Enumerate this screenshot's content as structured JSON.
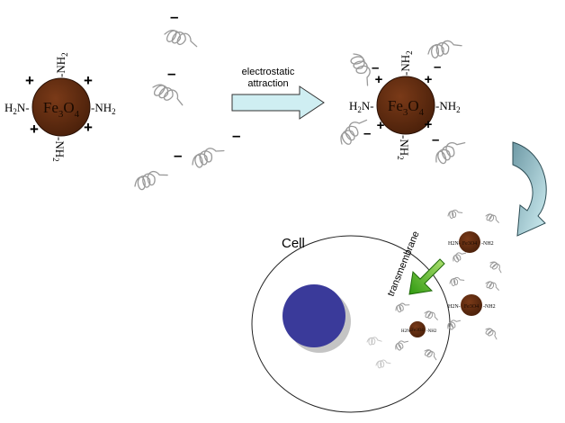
{
  "particle": {
    "core_label": "Fe3O4",
    "core_parts": {
      "base": "Fe",
      "sub1": "3",
      "mid": "O",
      "sub2": "4"
    },
    "amine_group": "NH2",
    "left_group": "H2N-",
    "right_group": "-NH2",
    "top_group": "-NH2",
    "bottom_group": "-NH2",
    "positive_sign": "+",
    "negative_sign": "–"
  },
  "arrow": {
    "label_line1": "electrostatic",
    "label_line2": "attraction"
  },
  "cell": {
    "label": "Cell"
  },
  "transport": {
    "label": "transmembrane"
  },
  "colors": {
    "core": "#5a2a10",
    "nucleus": "#3a3a9a",
    "arrow_fill": "#cfeef2",
    "green_arrow": "#55bb22",
    "coil": "#9a9a9a"
  }
}
